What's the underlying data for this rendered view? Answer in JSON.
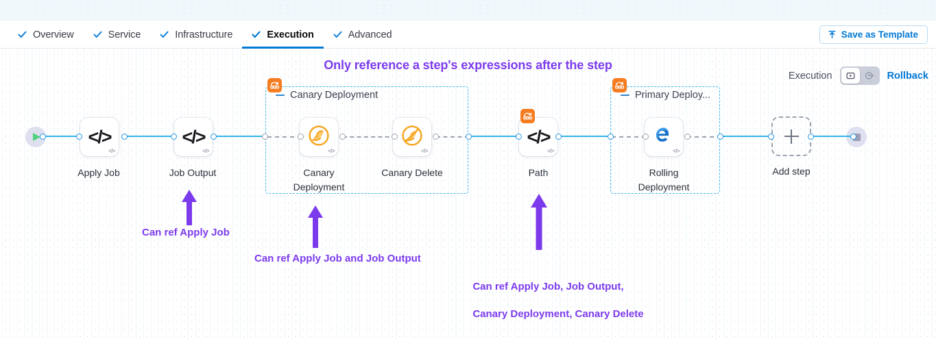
{
  "header": {
    "tabs": [
      {
        "label": "Overview",
        "icon": "check-icon",
        "active": false
      },
      {
        "label": "Service",
        "icon": "check-icon",
        "active": false
      },
      {
        "label": "Infrastructure",
        "icon": "check-icon",
        "active": false
      },
      {
        "label": "Execution",
        "icon": "check-icon",
        "active": true
      },
      {
        "label": "Advanced",
        "icon": "check-icon",
        "active": false
      }
    ],
    "save_template_label": "Save as Template",
    "save_template_icon": "upload-template-icon"
  },
  "banner": {
    "title": "Only reference a step's expressions after the step"
  },
  "toolbar": {
    "execution_label": "Execution",
    "toggle": {
      "options": [
        {
          "name": "graph-view",
          "icon": "graph-view-icon",
          "selected": true
        },
        {
          "name": "log-view",
          "icon": "clock-arrow-icon",
          "selected": false
        }
      ]
    },
    "rollback_label": "Rollback"
  },
  "pipeline": {
    "start_node": {
      "name": "start-node",
      "icon": "play-icon"
    },
    "end_node": {
      "name": "end-node",
      "icon": "stop-icon"
    },
    "add_step": {
      "label": "Add step",
      "icon": "plus-icon"
    },
    "steps": [
      {
        "label": "Apply Job",
        "icon": "code-icon",
        "badge": "code-badge"
      },
      {
        "label": "Job Output",
        "icon": "code-icon",
        "badge": "code-badge"
      },
      {
        "label": "Canary\nDeployment",
        "icon": "canary-bird-icon",
        "badge": "code-badge"
      },
      {
        "label": "Canary Delete",
        "icon": "canary-bird-delete-icon",
        "badge": "code-badge"
      },
      {
        "label": "Path",
        "icon": "code-icon",
        "badge": "code-badge"
      },
      {
        "label": "Rolling\nDeployment",
        "icon": "rolling-deployment-icon",
        "badge": "code-badge"
      }
    ],
    "groups": [
      {
        "title": "Canary Deployment",
        "badge_icon": "step-group-icon"
      },
      {
        "title": "Primary Deploy...",
        "badge_icon": "step-group-icon"
      }
    ]
  },
  "annotations": [
    {
      "name": "annotation-job-output",
      "text": "Can ref Apply Job"
    },
    {
      "name": "annotation-canary-deployment",
      "text": "Can ref Apply Job and Job Output"
    },
    {
      "name": "annotation-path",
      "line1": "Can ref Apply Job, Job Output,",
      "line2": "Canary Deployment, Canary Delete"
    }
  ],
  "colors": {
    "accent_blue": "#0278d5",
    "connector_blue": "#2fb3e8",
    "annotation_purple": "#7c3aed",
    "group_border": "#3eb8ec",
    "badge_orange": "#f57c20",
    "canary_orange": "#f5a623"
  }
}
